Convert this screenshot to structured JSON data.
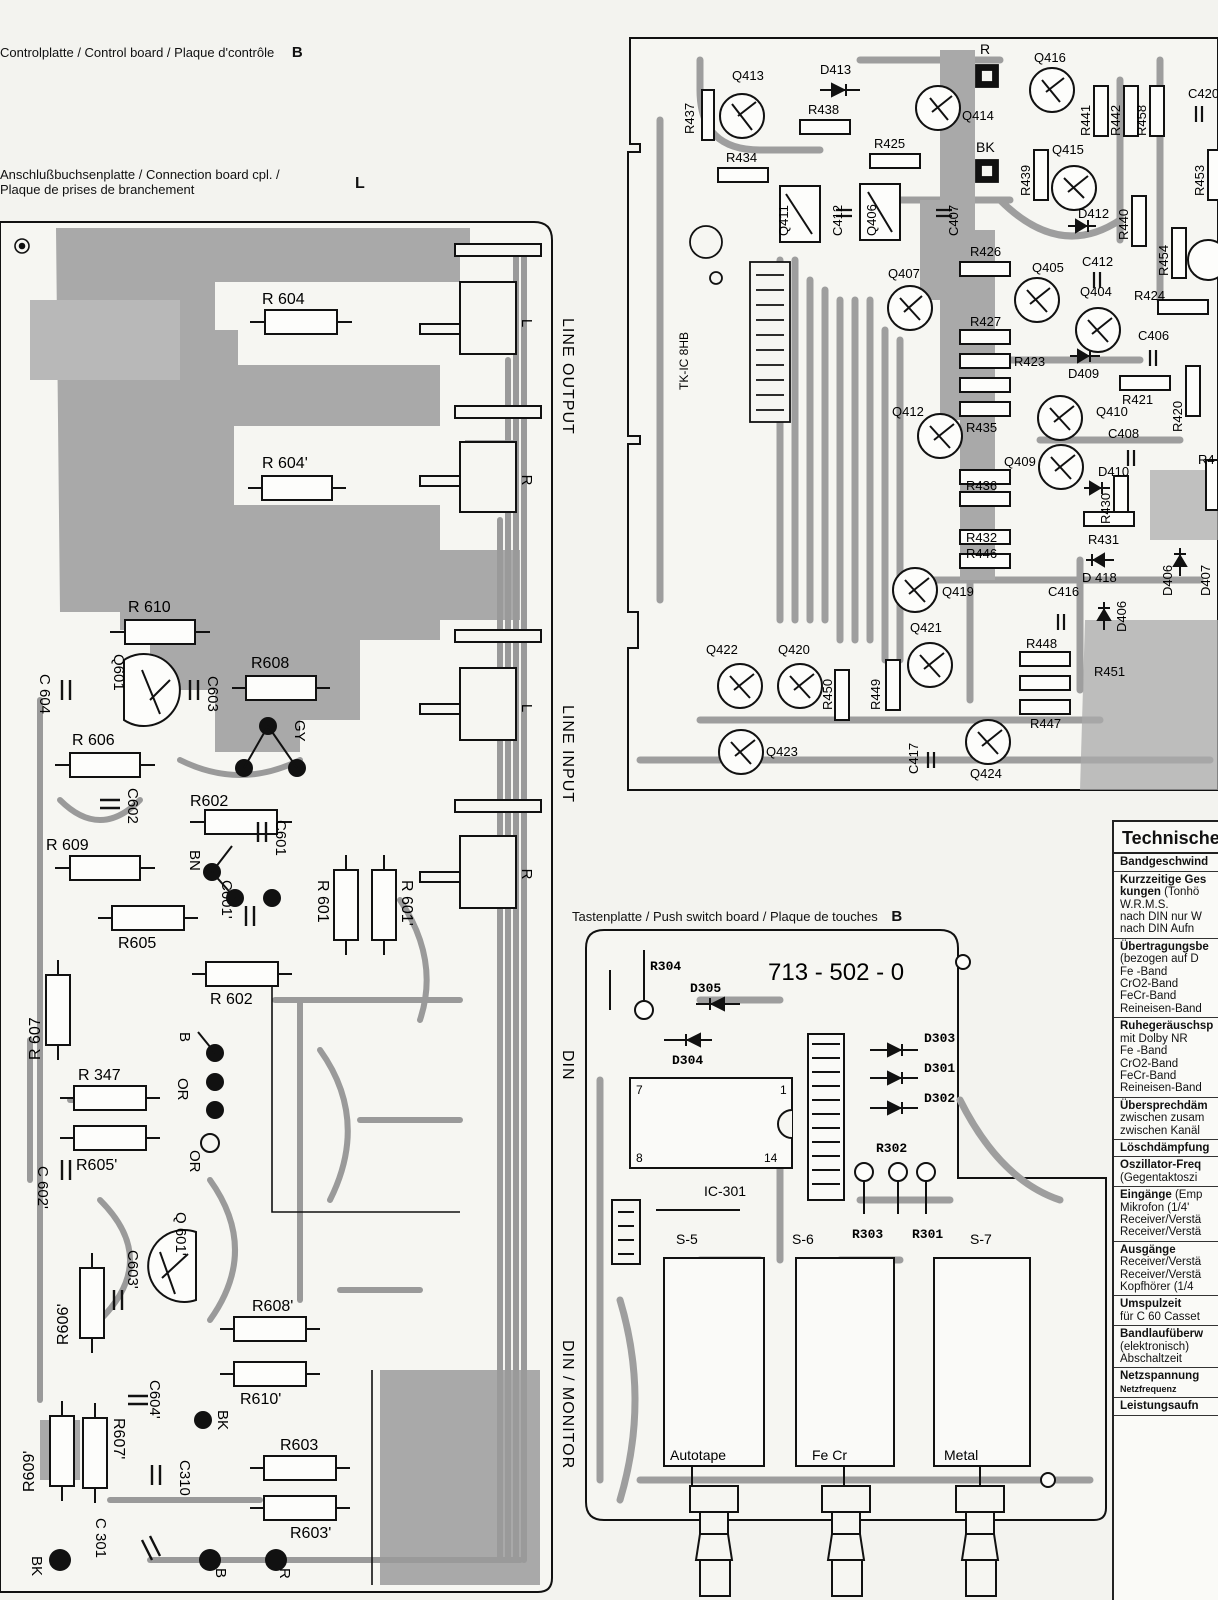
{
  "captions": {
    "control_board": "Controlplatte / Control board / Plaque d'contrôle",
    "control_board_letter": "B",
    "connection_board_line1": "Anschlußbuchsenplatte / Connection board cpl. /",
    "connection_board_line2": "Plaque de prises de branchement",
    "connection_board_letter": "L",
    "push_switch_board": "Tastenplatte / Push switch board / Plaque de touches",
    "push_switch_board_letter": "B"
  },
  "connection_board": {
    "resistors": [
      "R 604",
      "R 604'",
      "R 610",
      "R608",
      "R 606",
      "R602",
      "R 609",
      "R605",
      "R 601",
      "R 601'",
      "R 602",
      "R 607",
      "R 347",
      "R605'",
      "R606'",
      "R608'",
      "R610'",
      "R609'",
      "R607'",
      "R603",
      "R603'"
    ],
    "capacitors": [
      "C 604",
      "C603",
      "C602",
      "C601",
      "C601'",
      "C 602'",
      "C603'",
      "C604'",
      "C310",
      "C 301"
    ],
    "transistors": [
      "Q601",
      "Q 601'"
    ],
    "wire_labels": [
      "GY",
      "BN",
      "B",
      "OR",
      "OR",
      "BK",
      "BK",
      "B",
      "R"
    ],
    "jack_letters": [
      "L",
      "R",
      "L",
      "R"
    ],
    "side_labels": [
      "LINE OUTPUT",
      "LINE INPUT",
      "DIN",
      "DIN / MONITOR"
    ]
  },
  "control_board_parts": {
    "transistors": [
      "Q413",
      "Q414",
      "Q416",
      "Q415",
      "Q411",
      "Q406",
      "Q407",
      "Q405",
      "Q404",
      "Q412",
      "Q410",
      "Q409",
      "Q419",
      "Q421",
      "Q422",
      "Q420",
      "Q423",
      "Q424"
    ],
    "resistors": [
      "R437",
      "R438",
      "R434",
      "R425",
      "R441",
      "R442",
      "R458",
      "R439",
      "R440",
      "R453",
      "R426",
      "R454",
      "R424",
      "R427",
      "R423",
      "R421",
      "R420",
      "R435",
      "R436",
      "R430",
      "R431",
      "R432",
      "R446",
      "R448",
      "R451",
      "R447",
      "R450",
      "R449",
      "R4"
    ],
    "diodes": [
      "D413",
      "D412",
      "D409",
      "D410",
      "D406",
      "D407",
      "D 418",
      "D406"
    ],
    "capacitors": [
      "C420",
      "C412",
      "C407",
      "C412",
      "C406",
      "C408",
      "C416",
      "C417"
    ],
    "markers": [
      "R",
      "BK"
    ],
    "board_code": "TK-IC 8HB"
  },
  "push_switch_board": {
    "part_number": "713 - 502 - 0",
    "resistors": [
      "R304",
      "R302",
      "R303",
      "R301"
    ],
    "diodes": [
      "D305",
      "D304",
      "D303",
      "D301",
      "D302"
    ],
    "ic": "IC-301",
    "ic_pins": [
      "7",
      "1",
      "8",
      "14"
    ],
    "switches": [
      "S-5",
      "S-6",
      "S-7"
    ],
    "buttons": [
      "Autotape",
      "Fe Cr",
      "Metal"
    ]
  },
  "tech_table": {
    "title": "Technische",
    "rows": [
      {
        "bold": "Bandgeschwind",
        "text": ""
      },
      {
        "bold": "Kurzzeitige Ges",
        "text": ""
      },
      {
        "bold": "kungen",
        "text": " (Tonhö"
      },
      {
        "bold": "",
        "text": "W.R.M.S."
      },
      {
        "bold": "",
        "text": "nach DIN nur W"
      },
      {
        "bold": "",
        "text": "nach DIN Aufn"
      },
      {
        "bold": "Übertragungsbe",
        "text": ""
      },
      {
        "bold": "",
        "text": "(bezogen auf D"
      },
      {
        "bold": "",
        "text": "Fe -Band"
      },
      {
        "bold": "",
        "text": "CrO2-Band"
      },
      {
        "bold": "",
        "text": "FeCr-Band"
      },
      {
        "bold": "",
        "text": "Reineisen-Band"
      },
      {
        "bold": "Ruhegeräuschsp",
        "text": ""
      },
      {
        "bold": "",
        "text": "mit Dolby NR"
      },
      {
        "bold": "",
        "text": "Fe -Band"
      },
      {
        "bold": "",
        "text": "CrO2-Band"
      },
      {
        "bold": "",
        "text": "FeCr-Band"
      },
      {
        "bold": "",
        "text": "Reineisen-Band"
      },
      {
        "bold": "Übersprechdäm",
        "text": ""
      },
      {
        "bold": "",
        "text": "zwischen zusam"
      },
      {
        "bold": "",
        "text": "zwischen Kanäl"
      },
      {
        "bold": "Löschdämpfung",
        "text": ""
      },
      {
        "bold": "Oszillator-Freq",
        "text": ""
      },
      {
        "bold": "",
        "text": "(Gegentaktoszi"
      },
      {
        "bold": "Eingänge",
        "text": " (Emp"
      },
      {
        "bold": "",
        "text": "Mikrofon (1/4'"
      },
      {
        "bold": "",
        "text": "Receiver/Verstä"
      },
      {
        "bold": "",
        "text": "Receiver/Verstä"
      },
      {
        "bold": "Ausgänge",
        "text": ""
      },
      {
        "bold": "",
        "text": "Receiver/Verstä"
      },
      {
        "bold": "",
        "text": "Receiver/Verstä"
      },
      {
        "bold": "",
        "text": "Kopfhörer (1/4"
      },
      {
        "bold": "Umspulzeit",
        "text": ""
      },
      {
        "bold": "",
        "text": "für C 60 Casset"
      },
      {
        "bold": "Bandlaufüberw",
        "text": ""
      },
      {
        "bold": "",
        "text": "(elektronisch)"
      },
      {
        "bold": "",
        "text": "Abschaltzeit"
      },
      {
        "bold": "Netzspannung",
        "text": ""
      },
      {
        "bold": "",
        "text": "Netzfrequenz"
      },
      {
        "bold": "Leistungsaufn",
        "text": ""
      }
    ]
  }
}
